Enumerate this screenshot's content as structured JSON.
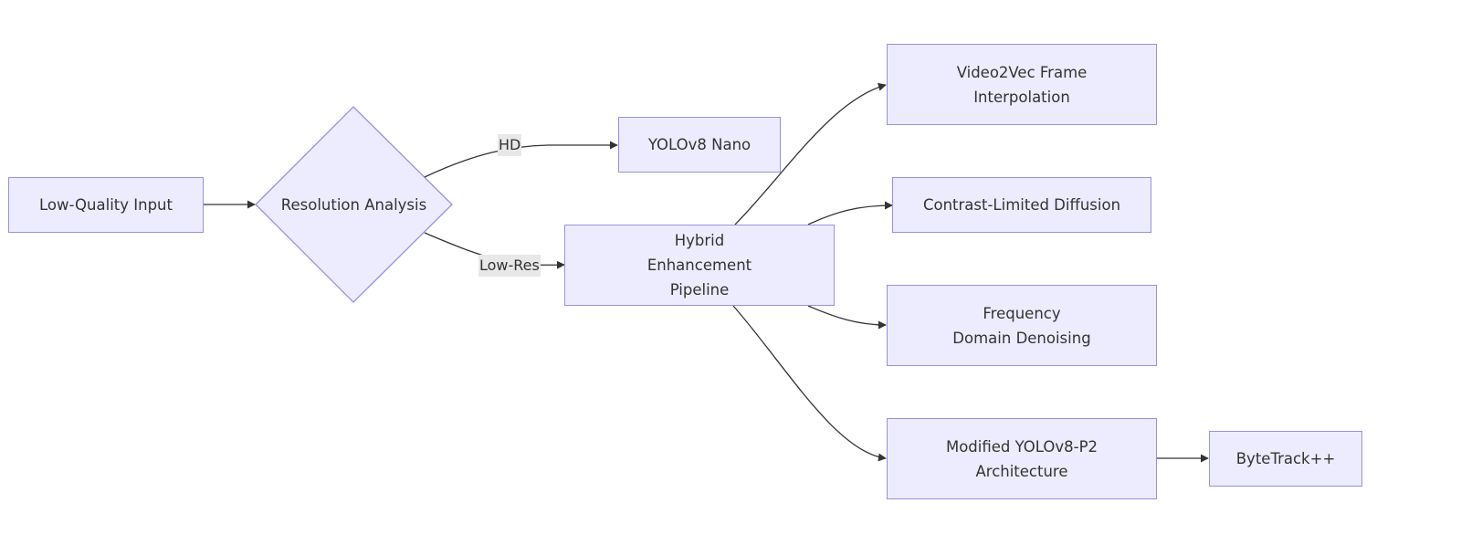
{
  "diagram": {
    "nodes": {
      "input": "Low-Quality Input",
      "analysis": "Resolution Analysis",
      "yolo_nano": "YOLOv8 Nano",
      "hybrid": "Hybrid Enhancement Pipeline",
      "video2vec": "Video2Vec Frame Interpolation",
      "clahe": "Contrast-Limited Diffusion",
      "freq": "Frequency Domain Denoising",
      "yolo_p2": "Modified YOLOv8-P2 Architecture",
      "bytetrack": "ByteTrack++"
    },
    "edge_labels": {
      "hd": "HD",
      "lowres": "Low-Res"
    },
    "colors": {
      "node_fill": "#ececfe",
      "node_border": "#9b8fe0",
      "edge": "#333333",
      "label_bg": "#e8e8e8"
    }
  }
}
